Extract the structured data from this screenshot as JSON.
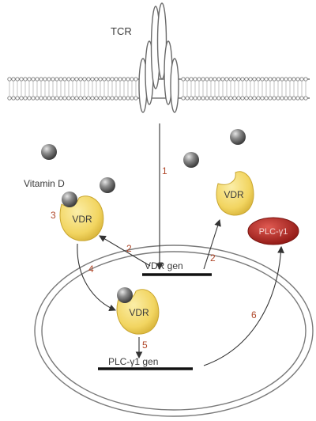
{
  "labels": {
    "tcr": "TCR",
    "vitamin_d": "Vitamin D",
    "vdr_gen": "VDR gen",
    "plc_gen": "PLC-γ1 gen"
  },
  "proteins": {
    "vdr_left": "VDR",
    "vdr_right": "VDR",
    "vdr_nucleus": "VDR",
    "plc": "PLC-γ1"
  },
  "steps": {
    "s1": "1",
    "s2_left": "2",
    "s2_right": "2",
    "s3": "3",
    "s4": "4",
    "s5": "5",
    "s6": "6"
  },
  "colors": {
    "membrane": "#7a7a7a",
    "vdr_fill": "#f2d561",
    "vdr_stroke": "#c9a630",
    "plc_fill": "#b3231f",
    "step_number": "#b0482a",
    "ligand": "#505050"
  }
}
